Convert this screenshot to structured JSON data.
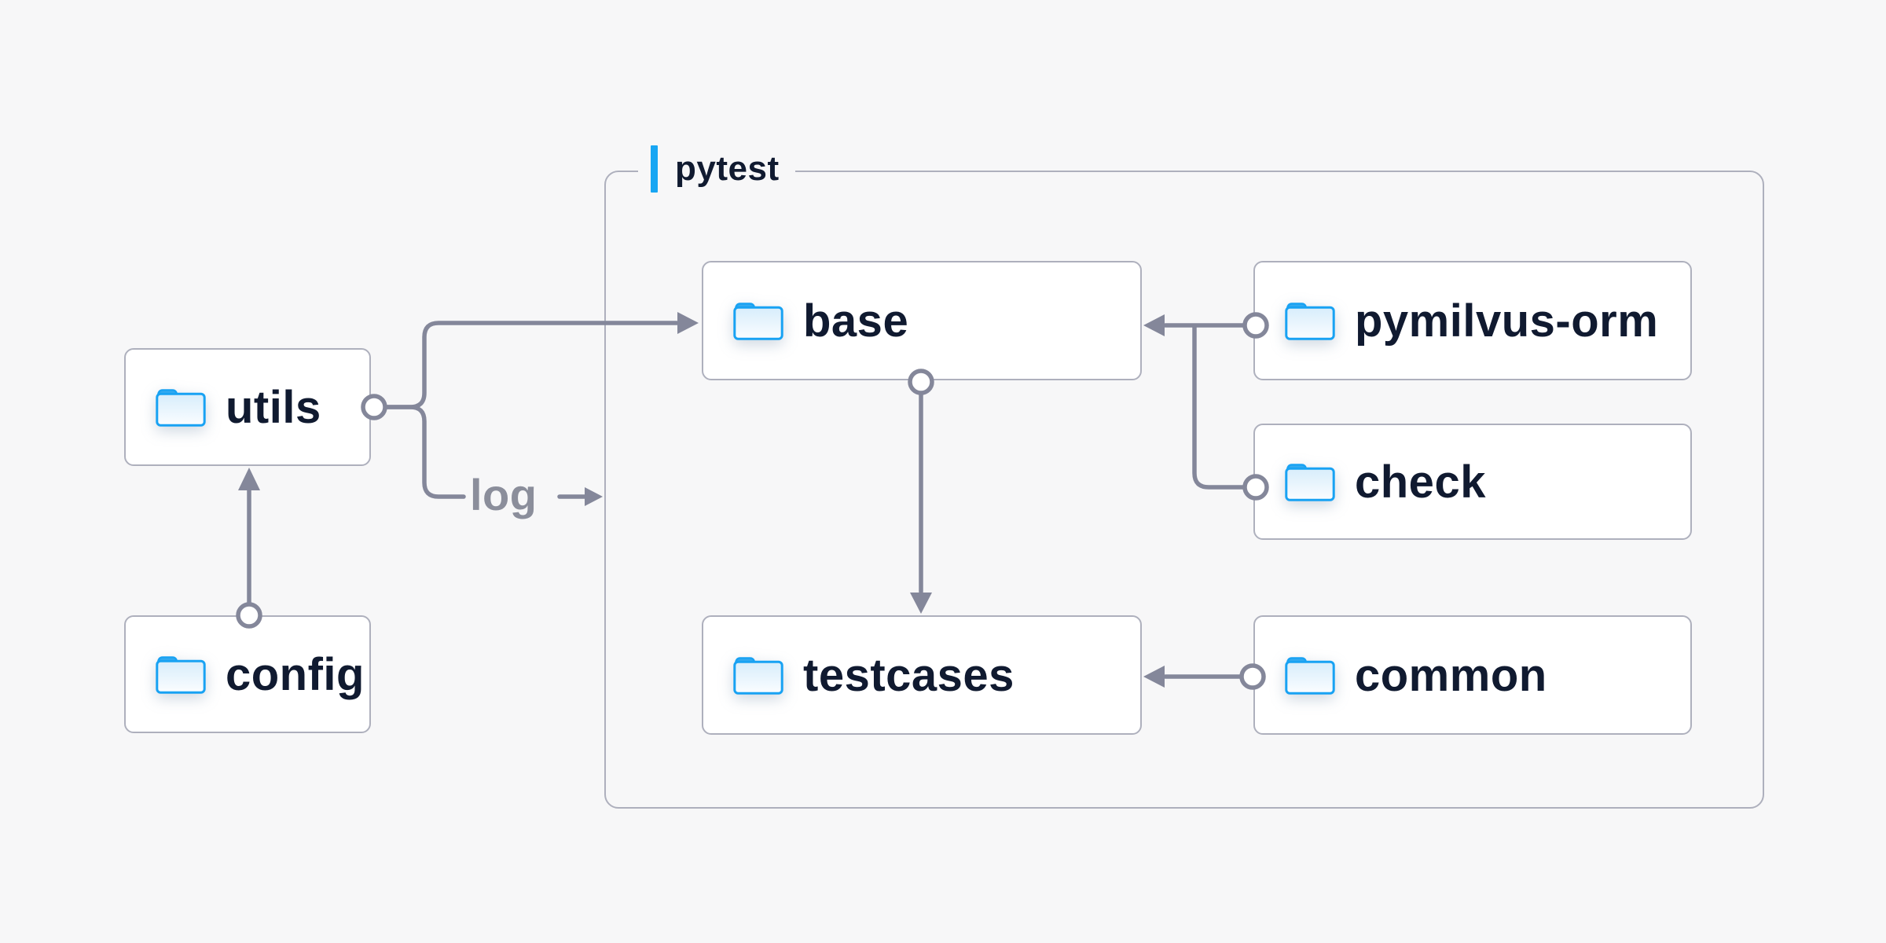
{
  "diagram": {
    "container": {
      "label": "pytest"
    },
    "nodes": [
      {
        "id": "utils",
        "label": "utils",
        "icon": "folder-icon"
      },
      {
        "id": "config",
        "label": "config",
        "icon": "folder-icon"
      },
      {
        "id": "base",
        "label": "base",
        "icon": "folder-icon"
      },
      {
        "id": "pymilvus-orm",
        "label": "pymilvus-orm",
        "icon": "folder-icon"
      },
      {
        "id": "check",
        "label": "check",
        "icon": "folder-icon"
      },
      {
        "id": "testcases",
        "label": "testcases",
        "icon": "folder-icon"
      },
      {
        "id": "common",
        "label": "common",
        "icon": "folder-icon"
      }
    ],
    "edge_label": "log",
    "edges": [
      {
        "from": "config",
        "to": "utils",
        "head": "arrow"
      },
      {
        "from": "utils",
        "to": "base",
        "head": "arrow"
      },
      {
        "from": "utils",
        "to": "pytest",
        "head": "arrow",
        "label": "log"
      },
      {
        "from": "pymilvus-orm",
        "to": "base",
        "head": "arrow"
      },
      {
        "from": "check",
        "to": "base",
        "head": "arrow"
      },
      {
        "from": "base",
        "to": "testcases",
        "head": "arrow"
      },
      {
        "from": "common",
        "to": "testcases",
        "head": "arrow"
      }
    ]
  },
  "theme": {
    "bg": "#f7f7f8",
    "node-fill": "#ffffff",
    "node-border": "#aeb0bd",
    "ink": "#101a30",
    "wire": "#84879a",
    "muted": "#8b8e9b",
    "accent": "#18a6f3",
    "folder-stroke": "#18a2f3",
    "folder-tab": "#35aaef",
    "folder-body-top": "#d7edfb",
    "folder-body-bottom": "#fbfdff"
  }
}
